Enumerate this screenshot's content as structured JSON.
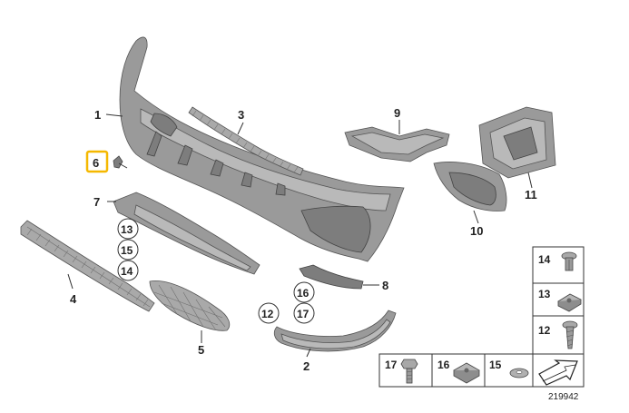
{
  "diagram": {
    "drawing_number": "219942",
    "highlighted_part": "6",
    "callouts": [
      "1",
      "2",
      "3",
      "4",
      "5",
      "6",
      "7",
      "8",
      "9",
      "10",
      "11",
      "12",
      "13",
      "14",
      "15",
      "16",
      "17"
    ],
    "parts": [
      {
        "id": "1",
        "name": "bumper-cover"
      },
      {
        "id": "2",
        "name": "lower-spoiler-lip"
      },
      {
        "id": "3",
        "name": "upper-grille-strip"
      },
      {
        "id": "4",
        "name": "lower-center-grille"
      },
      {
        "id": "5",
        "name": "side-grille"
      },
      {
        "id": "6",
        "name": "small-clip"
      },
      {
        "id": "7",
        "name": "under-panel"
      },
      {
        "id": "8",
        "name": "side-trim-strip"
      },
      {
        "id": "9",
        "name": "air-duct"
      },
      {
        "id": "10",
        "name": "air-guide-left"
      },
      {
        "id": "11",
        "name": "air-guide-right"
      },
      {
        "id": "12",
        "name": "screw-flange"
      },
      {
        "id": "13",
        "name": "clip-nut"
      },
      {
        "id": "14",
        "name": "expanding-rivet"
      },
      {
        "id": "15",
        "name": "washer"
      },
      {
        "id": "16",
        "name": "spring-nut"
      },
      {
        "id": "17",
        "name": "hex-bolt"
      }
    ],
    "circled_groups": [
      [
        "13",
        "15",
        "14"
      ],
      [
        "16",
        "17"
      ],
      [
        "12"
      ]
    ],
    "legend_right": [
      "14",
      "13",
      "12"
    ],
    "legend_bottom": [
      "17",
      "16",
      "15"
    ]
  }
}
